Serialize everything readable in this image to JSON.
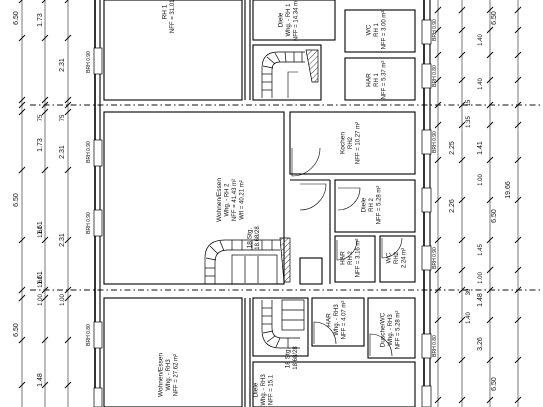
{
  "left_dimensions": [
    "6.50",
    "1.73",
    "2.31",
    "1.73",
    "2.31",
    "6.50",
    "1.61",
    "2.31",
    "1.61",
    "6.50",
    "1.48"
  ],
  "left_small_labels": [
    "75",
    "1.61",
    "1.61",
    "1.00",
    "75",
    "1.00"
  ],
  "right_dimensions": [
    "6.50",
    "2.25",
    "1.41",
    "2.26",
    "19.66",
    "6.50",
    "1.48",
    "6.50",
    "3.26"
  ],
  "right_small_labels": [
    "1.40",
    "1.40",
    "15",
    "1.35",
    "1.00",
    "1.45",
    "1.00",
    "30",
    "1.40"
  ],
  "sill_labels": [
    "BRH 0.90",
    "BRH 0.90",
    "BRH 0.90",
    "BRH 0.80",
    "BRH 0.90",
    "BRH 0.80",
    "BRH 0.90",
    "BRH 0.90",
    "BRH 0.80"
  ],
  "rooms": [
    {
      "key": "wohnen1",
      "lines": [
        "RH 1",
        "NFF = 31.01 m²"
      ]
    },
    {
      "key": "diele1",
      "lines": [
        "Diele",
        "Whg. - RH 1",
        "NFF = 14.34 m²"
      ]
    },
    {
      "key": "wc1",
      "lines": [
        "WC",
        "RH 1",
        "NFF = 3.00 m²"
      ]
    },
    {
      "key": "har1",
      "lines": [
        "HAR",
        "RH 1",
        "NFF = 5.37 m²"
      ]
    },
    {
      "key": "kochen2",
      "lines": [
        "Kochen",
        "RH2",
        "NFF = 10.27 m²"
      ]
    },
    {
      "key": "wohnen2",
      "lines": [
        "Wohnen/Essen",
        "Whg. - RH 2",
        "NFF = 41.43 m²",
        "WfI = 40.21 m²"
      ]
    },
    {
      "key": "diele2",
      "lines": [
        "Diele",
        "RH 2",
        "NFF = 5.28 m²"
      ]
    },
    {
      "key": "wc2",
      "lines": [
        "WC",
        "RH2",
        "2.24 m²"
      ]
    },
    {
      "key": "har2",
      "lines": [
        "HAR",
        "RH 2",
        "NFF = 3.16 m²"
      ]
    },
    {
      "key": "stair2",
      "lines": [
        "18 Stg.",
        "18.68/28"
      ]
    },
    {
      "key": "har3",
      "lines": [
        "HAR",
        "Whg. - RH3",
        "NFF = 4.07 m²"
      ]
    },
    {
      "key": "dusch3",
      "lines": [
        "Dusche/WC",
        "Whg. - RH3",
        "NFF = 5.28 m²"
      ]
    },
    {
      "key": "stair3",
      "lines": [
        "18 Stg.",
        "18.68/28"
      ]
    },
    {
      "key": "wohnen3",
      "lines": [
        "Wohnen/Essen",
        "Whg. - RH3",
        "NFF = 27.62 m²"
      ]
    },
    {
      "key": "diele3",
      "lines": [
        "Diele",
        "Whg. - RH3",
        "NFF = 15.1"
      ]
    }
  ]
}
